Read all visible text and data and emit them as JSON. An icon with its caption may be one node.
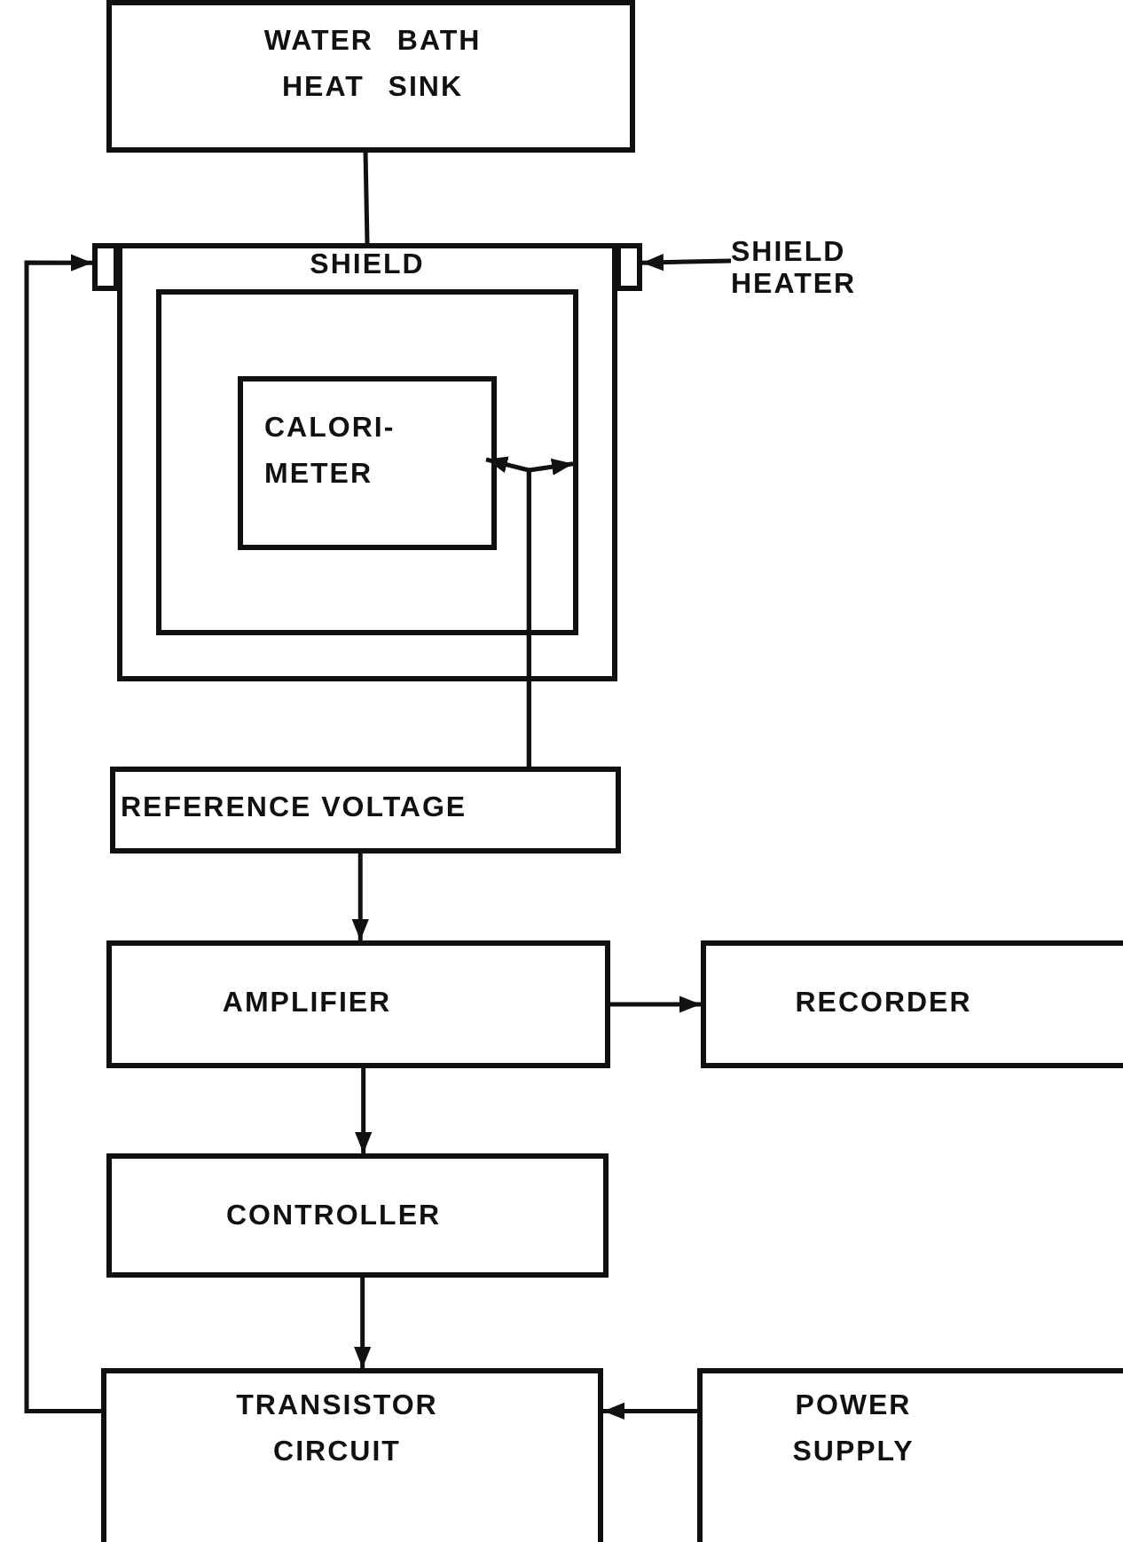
{
  "diagram": {
    "nodes": [
      {
        "text": [
          "WATER BATH HEAT SINK"
        ]
      },
      {
        "text": [
          "SHIELD"
        ]
      },
      {
        "text": [],
        "shape": "box",
        "in": 1
      },
      {
        "text": [
          "CALORI- METER"
        ],
        "in": 2
      },
      {
        "text": [],
        "shape": "box"
      },
      {
        "text": [],
        "shape": "box"
      },
      {
        "text": [
          "SHIELD HEATER"
        ]
      },
      {
        "text": [
          "REFERENCE VOLTAGE"
        ]
      },
      {
        "text": [
          "AMPLIFIER"
        ]
      },
      {
        "text": [
          "RECORDER"
        ]
      },
      {
        "text": [
          "CONTROLLER"
        ]
      },
      {
        "text": [
          "TRANSISTOR CIRCUIT"
        ]
      },
      {
        "text": [
          "POWER SUPPLY"
        ]
      }
    ],
    "edges": [
      {
        "from": 0,
        "to": 1,
        "arrow": "none"
      },
      {
        "from": 7,
        "to": 3,
        "arrow": "to"
      },
      {
        "from": 7,
        "to": 2,
        "arrow": "to"
      },
      {
        "from": 6,
        "to": 5,
        "arrow": "to"
      },
      {
        "from": 7,
        "to": 8,
        "arrow": "to"
      },
      {
        "from": 8,
        "to": 9,
        "arrow": "to"
      },
      {
        "from": 8,
        "to": 10,
        "arrow": "to"
      },
      {
        "from": 10,
        "to": 11,
        "arrow": "to"
      },
      {
        "from": 12,
        "to": 11,
        "arrow": "to"
      },
      {
        "from": 11,
        "to": 4,
        "arrow": "to"
      }
    ]
  }
}
